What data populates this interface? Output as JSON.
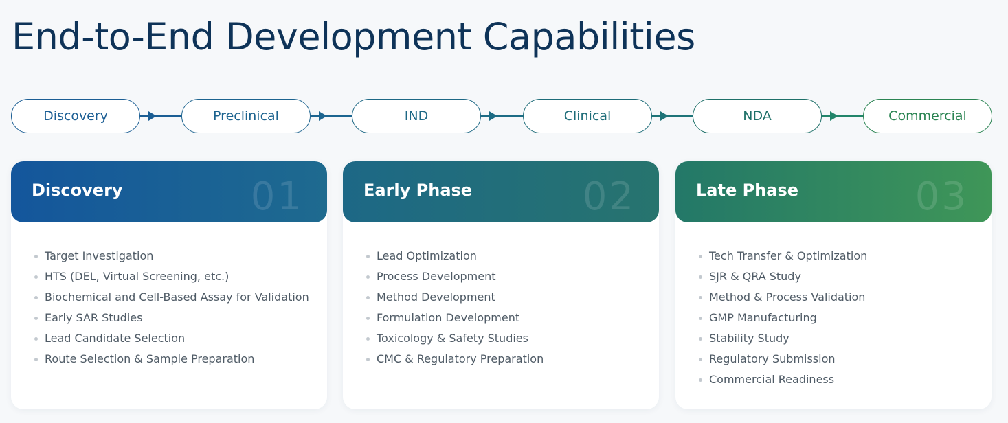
{
  "title": "End-to-End Development Capabilities",
  "pipeline": {
    "stages": [
      {
        "label": "Discovery",
        "color": "#1b5e94"
      },
      {
        "label": "Preclinical",
        "color": "#1c638f"
      },
      {
        "label": "IND",
        "color": "#1d6885"
      },
      {
        "label": "Clinical",
        "color": "#1d6c78"
      },
      {
        "label": "NDA",
        "color": "#1e7068"
      },
      {
        "label": "Commercial",
        "color": "#2a8452"
      }
    ],
    "arrow_colors": [
      "#1b5e94",
      "#1c6590",
      "#1d6c85",
      "#1e7478",
      "#22856a"
    ]
  },
  "cards": [
    {
      "title": "Discovery",
      "number": "01",
      "gradient": [
        "#14569c",
        "#1e6a8f"
      ],
      "items": [
        "Target Investigation",
        "HTS (DEL, Virtual Screening, etc.)",
        "Biochemical and Cell-Based Assay for Validation",
        "Early SAR Studies",
        "Lead Candidate Selection",
        "Route Selection & Sample Preparation"
      ]
    },
    {
      "title": "Early Phase",
      "number": "02",
      "gradient": [
        "#1d6886",
        "#27746e"
      ],
      "items": [
        "Lead Optimization",
        "Process Development",
        "Method Development",
        "Formulation Development",
        "Toxicology & Safety Studies",
        "CMC & Regulatory Preparation"
      ]
    },
    {
      "title": "Late Phase",
      "number": "03",
      "gradient": [
        "#237868",
        "#3f9658"
      ],
      "items": [
        "Tech Transfer & Optimization",
        "SJR & QRA Study",
        "Method & Process Validation",
        "GMP Manufacturing",
        "Stability Study",
        "Regulatory Submission",
        "Commercial Readiness"
      ]
    }
  ]
}
